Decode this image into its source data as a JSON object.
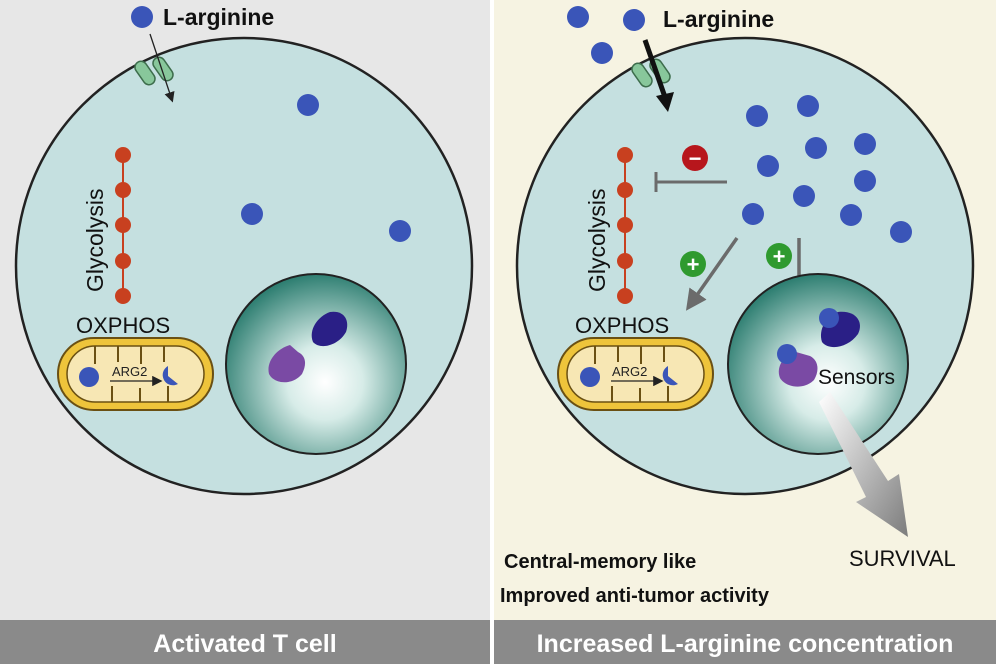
{
  "left_panel": {
    "footer": "Activated T cell",
    "arginine_label": "L-arginine",
    "glycolysis_label": "Glycolysis",
    "oxphos_label": "OXPHOS",
    "arg2_label": "ARG2"
  },
  "right_panel": {
    "footer": "Increased L-arginine concentration",
    "arginine_label": "L-arginine",
    "glycolysis_label": "Glycolysis",
    "oxphos_label": "OXPHOS",
    "arg2_label": "ARG2",
    "sensors_label": "Sensors",
    "survival_label": "SURVIVAL",
    "outcome_line1": "Central-memory like",
    "outcome_line2": "Improved anti-tumor activity",
    "inhibit_sign": "−",
    "activate_sign": "+"
  },
  "colors": {
    "left_bg": "#e7e7e7",
    "right_bg": "#f6f3e2",
    "cell_fill": "#c5e0e0",
    "arginine": "#3a55b8",
    "glycolysis": "#c8401f",
    "mito_outer": "#eec43b",
    "nucleus_edge": "#2f7f72",
    "inhibit": "#b7161c",
    "activate": "#2f9a2f",
    "footer_bg": "#8a8a8a"
  }
}
